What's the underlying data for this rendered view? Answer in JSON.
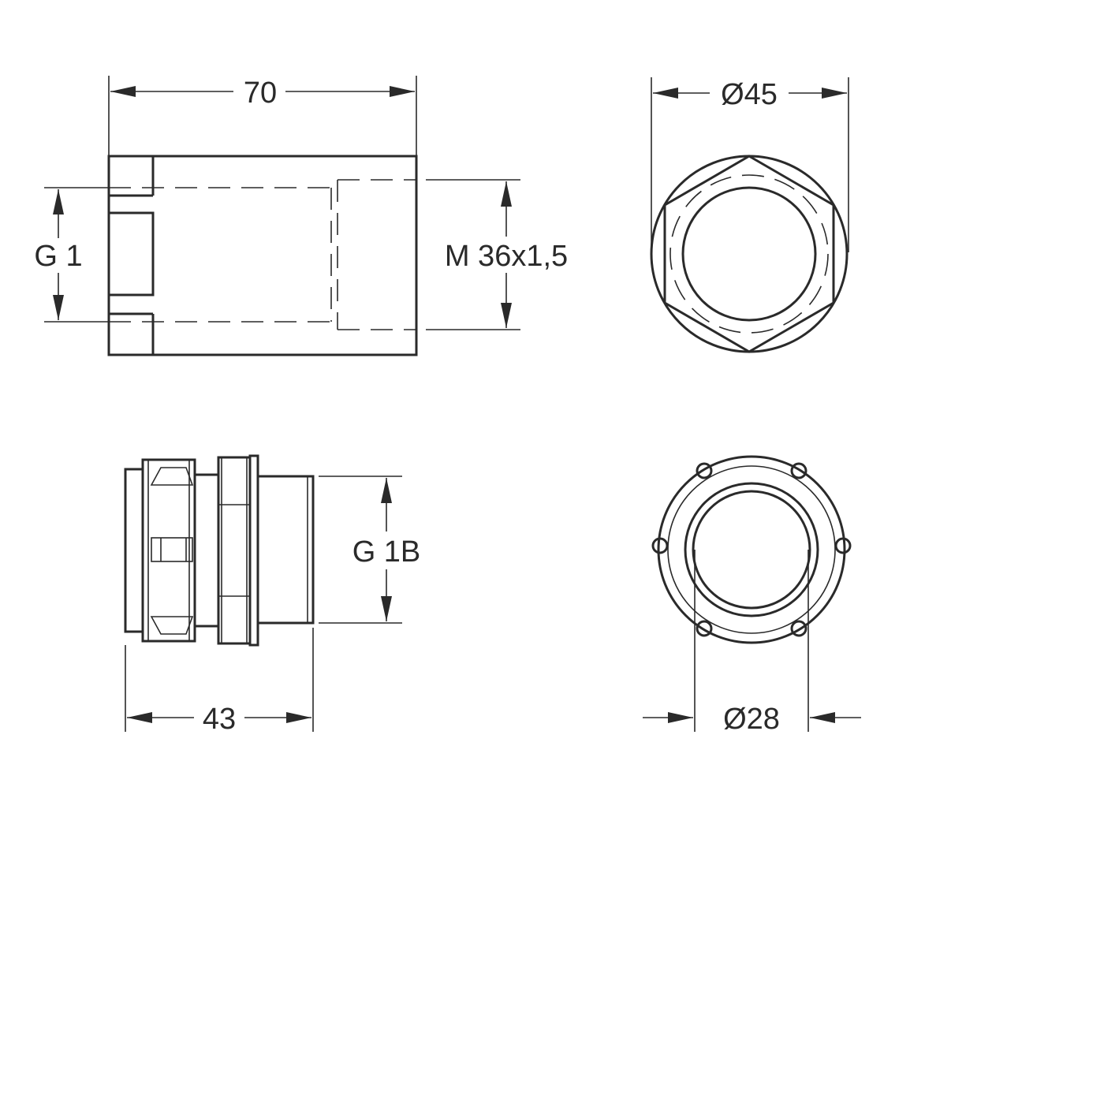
{
  "dimensions": {
    "top_left_length": "70",
    "top_left_inlet_thread": "G 1",
    "top_left_outlet_thread": "M 36x1,5",
    "top_right_diameter": "Ø45",
    "bottom_left_thread": "G 1B",
    "bottom_left_length": "43",
    "bottom_right_diameter": "Ø28"
  }
}
